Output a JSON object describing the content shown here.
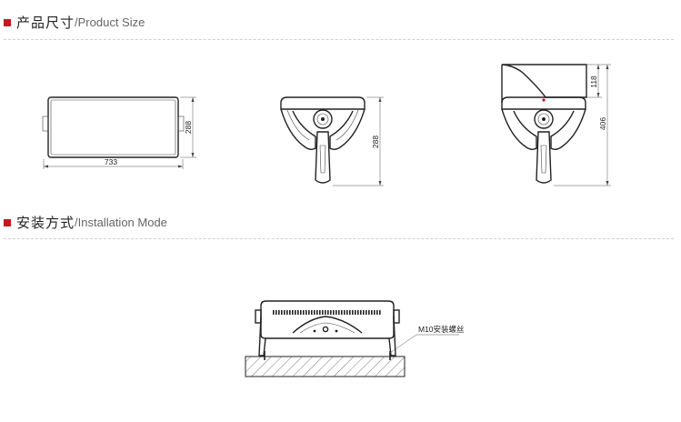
{
  "sections": {
    "size": {
      "title_zh": "产品尺寸",
      "title_en": "/Product Size"
    },
    "install": {
      "title_zh": "安装方式",
      "title_en": "/Installation Mode"
    }
  },
  "dimensions": {
    "front_width": "733",
    "front_height": "288",
    "side_height": "288",
    "side2_top": "118",
    "side2_total": "406"
  },
  "install_label": "M10安装螺丝",
  "colors": {
    "accent": "#c8161d"
  }
}
